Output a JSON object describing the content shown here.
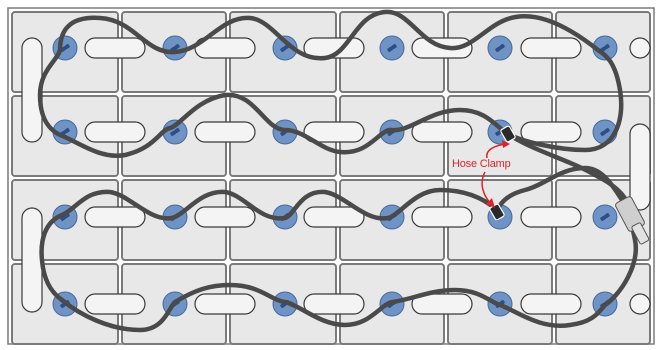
{
  "diagram": {
    "annotation": "Hose Clamp",
    "colors": {
      "background": "#ffffff",
      "cell_fill": "#e8e8e8",
      "cell_border": "#7a7a7a",
      "block_fill": "#f4f4f4",
      "block_border": "#3a3a3a",
      "post_fill": "#6e93c4",
      "post_center": "#f2e86d",
      "tube": "#4a4a4a",
      "clamp": "#2a2a2a",
      "annotation": "#d9252b",
      "fitting": "#cfcfcf"
    },
    "icons": [
      "battery-cell",
      "water-tube",
      "hose-clamp",
      "connector-fitting"
    ]
  }
}
